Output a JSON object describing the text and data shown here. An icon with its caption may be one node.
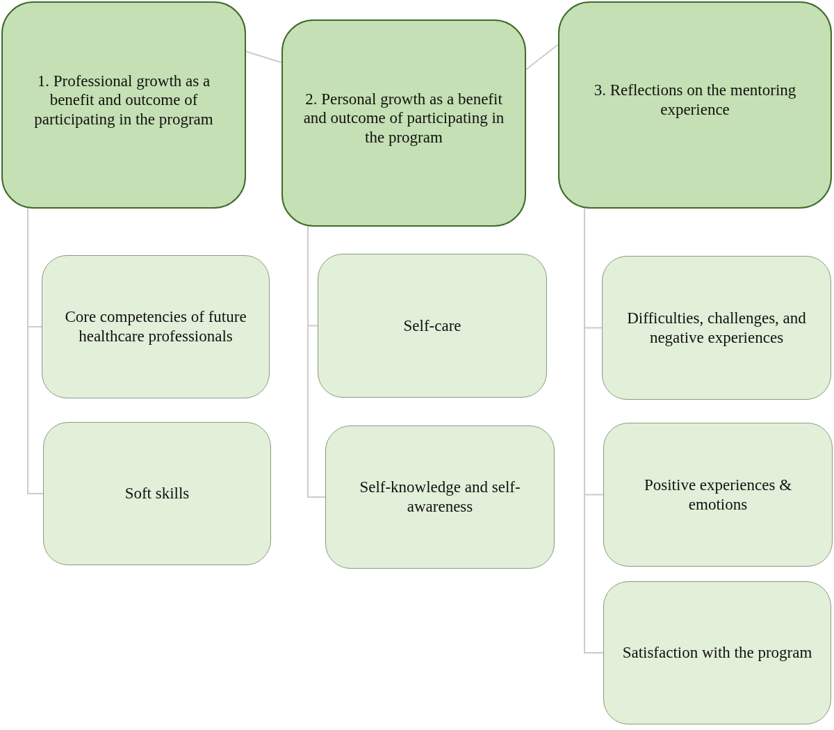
{
  "diagram": {
    "nodes": [
      {
        "text": [
          "1. Professional growth as a benefit and outcome of participating in the program"
        ]
      },
      {
        "text": [
          "2. Personal growth as a benefit and outcome of participating in the program"
        ]
      },
      {
        "text": [
          "3. Reflections on the mentoring experience"
        ]
      },
      {
        "text": [
          "Core competencies of future healthcare professionals"
        ]
      },
      {
        "text": [
          "Soft skills"
        ]
      },
      {
        "text": [
          "Self-care"
        ]
      },
      {
        "text": [
          "Self-knowledge and self-awareness"
        ]
      },
      {
        "text": [
          "Difficulties, challenges, and negative experiences"
        ]
      },
      {
        "text": [
          "Positive experiences & emotions"
        ]
      },
      {
        "text": [
          "Satisfaction with the program"
        ]
      }
    ],
    "edges": [
      {
        "from": 0,
        "to": 1,
        "arrow": "none"
      },
      {
        "from": 1,
        "to": 2,
        "arrow": "none"
      },
      {
        "from": 0,
        "to": 3,
        "arrow": "none"
      },
      {
        "from": 0,
        "to": 4,
        "arrow": "none"
      },
      {
        "from": 1,
        "to": 5,
        "arrow": "none"
      },
      {
        "from": 1,
        "to": 6,
        "arrow": "none"
      },
      {
        "from": 2,
        "to": 7,
        "arrow": "none"
      },
      {
        "from": 2,
        "to": 8,
        "arrow": "none"
      },
      {
        "from": 2,
        "to": 9,
        "arrow": "none"
      }
    ]
  }
}
